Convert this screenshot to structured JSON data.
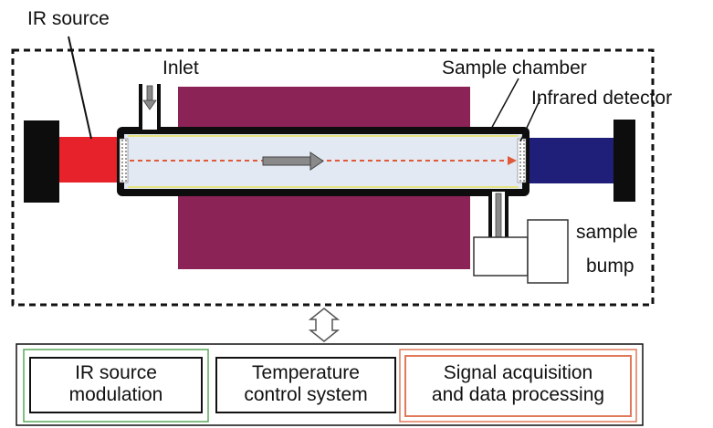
{
  "labels": {
    "ir_source": "IR source",
    "inlet": "Inlet",
    "sample_chamber": "Sample chamber",
    "infrared_detector": "Infrared detector",
    "sample_bump_line1": "sample",
    "sample_bump_line2": "bump"
  },
  "modules": [
    {
      "line1": "IR source",
      "line2": "modulation"
    },
    {
      "line1": "Temperature",
      "line2": "control system"
    },
    {
      "line1": "Signal acquisition",
      "line2": "and data processing"
    }
  ],
  "colors": {
    "ir_source": "#e8222a",
    "detector": "#1f1f7a",
    "heater": "#8b2357",
    "tube": "#e3e9f3",
    "beam": "#e05a3a",
    "module1_border": "#5aa85a",
    "module3_border": "#e07a5a"
  }
}
